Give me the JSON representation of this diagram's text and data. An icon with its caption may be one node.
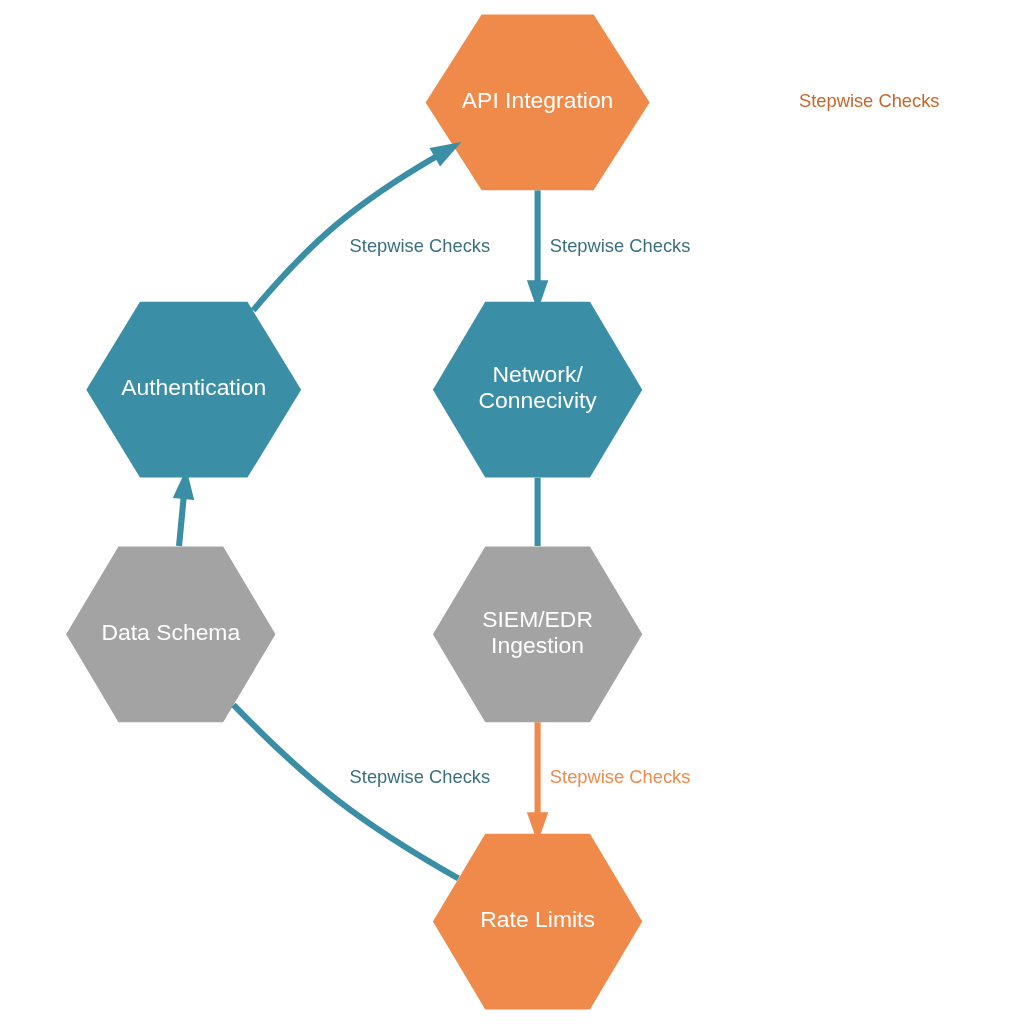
{
  "diagram": {
    "nodes": [
      {
        "text": [
          "API Integration"
        ]
      },
      {
        "text": [
          "Network/ Connecivity"
        ]
      },
      {
        "text": [
          "SIEM/EDR Ingestion"
        ]
      },
      {
        "text": [
          "Rate Limits"
        ]
      },
      {
        "text": [
          "Data Schema"
        ]
      },
      {
        "text": [
          "Authentication"
        ]
      }
    ],
    "edges": [
      {
        "from": 5,
        "to": 0,
        "arrow": "to",
        "label": "Stepwise Checks"
      },
      {
        "from": 0,
        "to": 1,
        "arrow": "to",
        "label": "Stepwise Checks"
      },
      {
        "from": 1,
        "to": 2,
        "arrow": "none"
      },
      {
        "from": 2,
        "to": 3,
        "arrow": "to",
        "label": "Stepwise Checks",
        "color": "#f08a4b"
      },
      {
        "from": 3,
        "to": 4,
        "arrow": "none",
        "label": "Stepwise Checks"
      },
      {
        "from": 4,
        "to": 5,
        "arrow": "to"
      }
    ],
    "labels": [
      "Stepwise Checks"
    ]
  }
}
